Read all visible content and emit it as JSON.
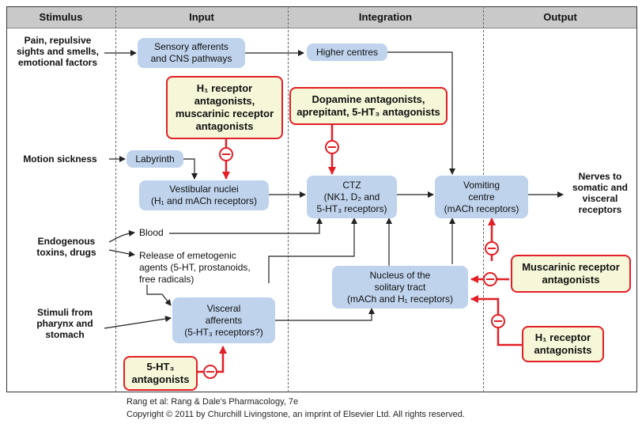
{
  "headers": {
    "stimulus": "Stimulus",
    "input": "Input",
    "integration": "Integration",
    "output": "Output"
  },
  "stimuli": {
    "pain": [
      "Pain, repulsive",
      "sights and smells,",
      "emotional factors"
    ],
    "motion": "Motion sickness",
    "endogenous": [
      "Endogenous",
      "toxins, drugs"
    ],
    "pharynx": [
      "Stimuli from",
      "pharynx and",
      "stomach"
    ]
  },
  "boxes": {
    "sensory": [
      "Sensory afferents",
      "and CNS pathways"
    ],
    "higher": "Higher centres",
    "labyrinth": "Labyrinth",
    "vestibular": [
      "Vestibular nuclei",
      "(H₁ and mACh receptors)"
    ],
    "ctz": [
      "CTZ",
      "(NK1, D₂ and",
      "5-HT₃ receptors)"
    ],
    "vomiting": [
      "Vomiting",
      "centre",
      "(mACh receptors)"
    ],
    "nucleus": [
      "Nucleus of the",
      "solitary tract",
      "(mACh and H₁ receptors)"
    ],
    "visceral": [
      "Visceral",
      "afferents",
      "(5-HT₃ receptors?)"
    ]
  },
  "plain": {
    "blood": "Blood",
    "release": [
      "Release of emetogenic",
      "agents (5-HT, prostanoids,",
      "free radicals)"
    ]
  },
  "output_text": [
    "Nerves to",
    "somatic and",
    "visceral",
    "receptors"
  ],
  "drugs": {
    "h1_musc": [
      "H₁ receptor",
      "antagonists,",
      "muscarinic receptor",
      "antagonists"
    ],
    "dopamine": [
      "Dopamine antagonists,",
      "aprepitant, 5-HT₃ antagonists"
    ],
    "muscarinic": [
      "Muscarinic receptor",
      "antagonists"
    ],
    "h1": [
      "H₁ receptor",
      "antagonists"
    ],
    "ht3": [
      "5-HT₃",
      "antagonists"
    ]
  },
  "credit": [
    "Rang et al: Rang & Dale's Pharmacology, 7e",
    "Copyright © 2011 by Churchill Livingstone, an imprint of Elsevier Ltd. All rights reserved."
  ],
  "colors": {
    "box": "#bfd3ec",
    "drug_border": "#e21f26",
    "drug_fill": "#f6f6d8",
    "header": "#c9c9c9"
  }
}
